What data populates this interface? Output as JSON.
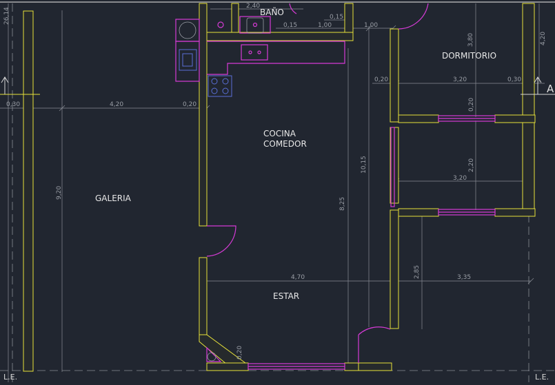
{
  "rooms": {
    "bano": "BAÑO",
    "dormitorio": "DORMITORIO",
    "cocina_line1": "COCINA",
    "cocina_line2": "COMEDOR",
    "galeria": "GALERIA",
    "estar": "ESTAR"
  },
  "dimensions": {
    "d_26_14": "26,14",
    "d_2_40": "2,40",
    "d_0_15a": "0,15",
    "d_0_15b": "0,15",
    "d_1_00a": "1,00",
    "d_1_00b": "1,00",
    "d_3_80": "3,80",
    "d_4_20_right": "4,20",
    "d_0_20_a": "0,20",
    "d_3_20_a": "3,20",
    "d_0_30_right": "0,30",
    "d_0_30_left": "0,30",
    "d_4_20_left": "4,20",
    "d_0_20_left": "0,20",
    "d_0_20_vert": "0,20",
    "d_2_20": "2,20",
    "d_3_20_b": "3,20",
    "d_10_15": "10,15",
    "d_9_20": "9,20",
    "d_8_25": "8,25",
    "d_4_70": "4,70",
    "d_2_85": "2,85",
    "d_3_35": "3,35",
    "d_0_20_bottom": "0,20"
  },
  "markers": {
    "le_left": "L.E.",
    "le_right": "L.E.",
    "section_a": "A"
  },
  "colors": {
    "background": "#212630",
    "wall": "#e8e23a",
    "fixture": "#d63bd6",
    "appliance": "#5a6fd8",
    "dimension": "#8a8e96"
  }
}
